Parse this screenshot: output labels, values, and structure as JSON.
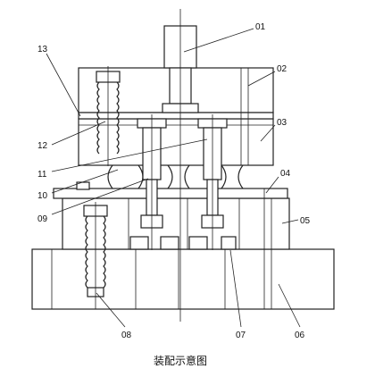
{
  "callouts": {
    "c01": "01",
    "c02": "02",
    "c03": "03",
    "c04": "04",
    "c05": "05",
    "c06": "06",
    "c07": "07",
    "c08": "08",
    "c09": "09",
    "c10": "10",
    "c11": "11",
    "c12": "12",
    "c13": "13"
  },
  "caption": "装配示意图"
}
